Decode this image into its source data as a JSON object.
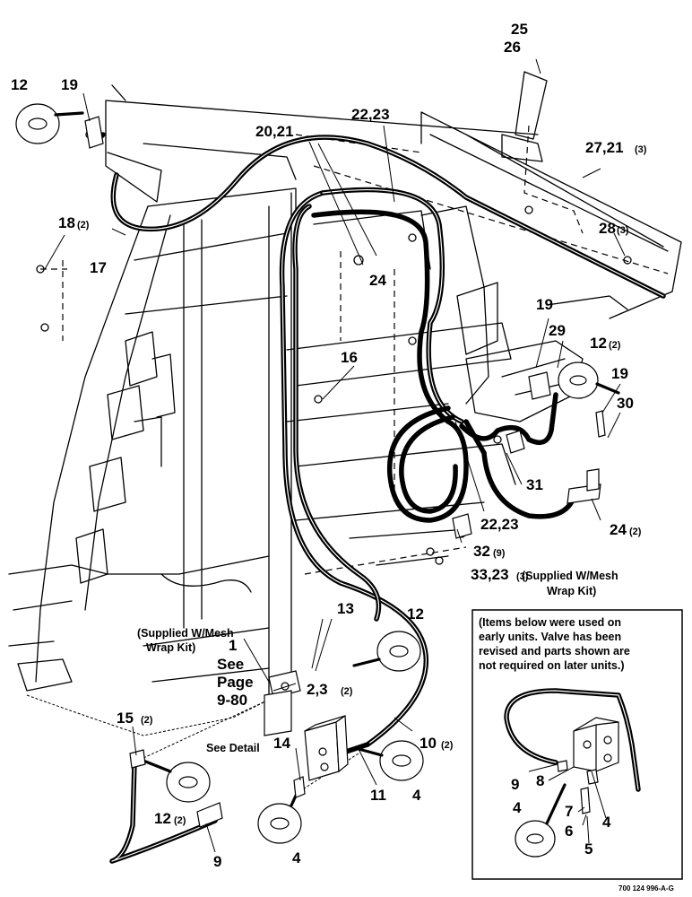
{
  "callouts": [
    {
      "text": "25"
    },
    {
      "text": "26"
    },
    {
      "text": "12"
    },
    {
      "text": "19"
    },
    {
      "text": "22,23"
    },
    {
      "text": "20,21"
    },
    {
      "text": "27,21",
      "qty": "(3)"
    },
    {
      "text": "28",
      "qty": "(3)"
    },
    {
      "text": "18",
      "qty": "(2)"
    },
    {
      "text": "17"
    },
    {
      "text": "24"
    },
    {
      "text": "16"
    },
    {
      "text": "19"
    },
    {
      "text": "29"
    },
    {
      "text": "12",
      "qty": "(2)"
    },
    {
      "text": "19"
    },
    {
      "text": "30"
    },
    {
      "text": "31"
    },
    {
      "text": "22,23"
    },
    {
      "text": "24",
      "qty": "(2)"
    },
    {
      "text": "32",
      "qty": "(9)"
    },
    {
      "text": "33,23",
      "qty": "(3)"
    },
    {
      "text": "13"
    },
    {
      "text": "12"
    },
    {
      "text": "1"
    },
    {
      "text": "2,3",
      "qty": "(2)"
    },
    {
      "text": "15",
      "qty": "(2)"
    },
    {
      "text": "14"
    },
    {
      "text": "10",
      "qty": "(2)"
    },
    {
      "text": "11"
    },
    {
      "text": "4"
    },
    {
      "text": "12",
      "qty": "(2)"
    },
    {
      "text": "4"
    },
    {
      "text": "9"
    }
  ],
  "notes": {
    "supplied_right": "(Supplied W/Mesh",
    "supplied_right_2": "Wrap Kit)",
    "supplied_left": "(Supplied W/Mesh",
    "supplied_left_2": "Wrap Kit)",
    "see_page_1": "See",
    "see_page_2": "Page",
    "see_page_3": "9-80",
    "see_detail": "See Detail"
  },
  "detail_box": {
    "text_lines": [
      "(Items below were used on",
      "early units.  Valve has been",
      "revised and parts shown are",
      "not required on later units.)"
    ],
    "callouts": [
      {
        "text": "9"
      },
      {
        "text": "8"
      },
      {
        "text": "4"
      },
      {
        "text": "7"
      },
      {
        "text": "4"
      },
      {
        "text": "6"
      },
      {
        "text": "5"
      }
    ]
  },
  "figure_number": "700 124 996-A-G"
}
